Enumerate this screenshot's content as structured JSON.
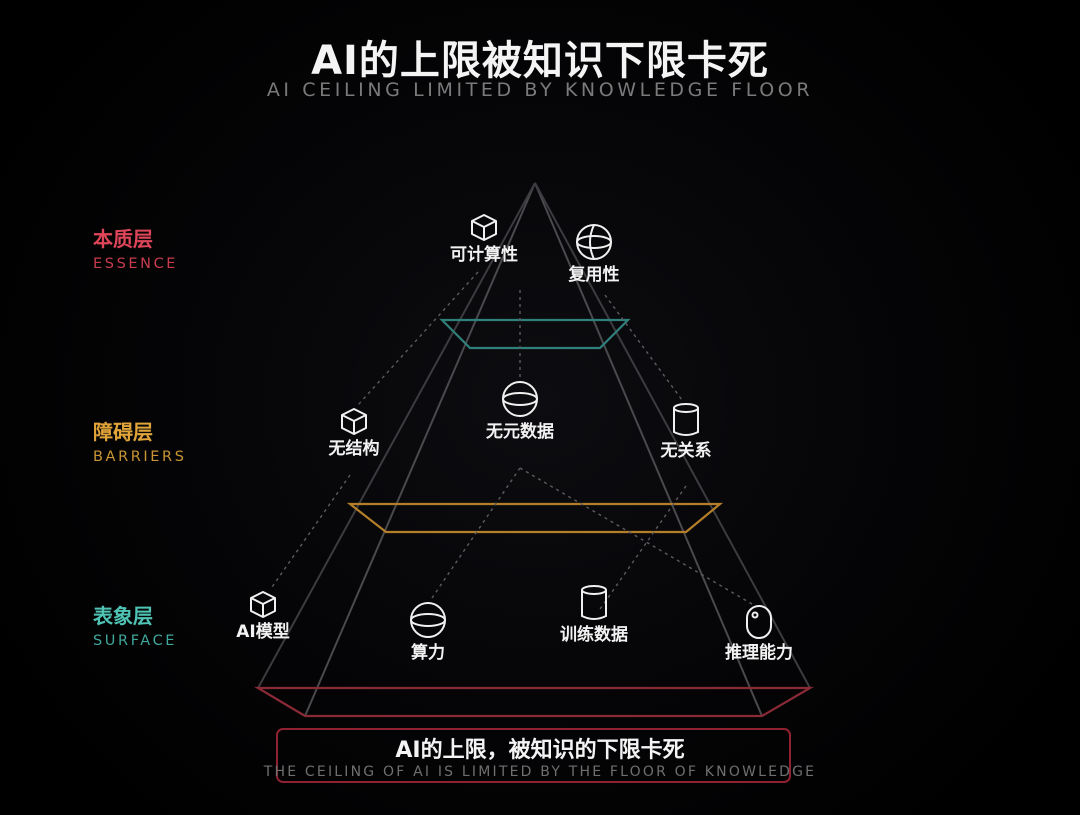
{
  "title": "AI的上限被知识下限卡死",
  "subtitle": "AI CEILING LIMITED BY KNOWLEDGE FLOOR",
  "layers": {
    "essence": {
      "zh": "本质层",
      "en": "ESSENCE",
      "color": "#e0465a"
    },
    "barriers": {
      "zh": "障碍层",
      "en": "BARRIERS",
      "color": "#e0a43a"
    },
    "surface": {
      "zh": "表象层",
      "en": "SURFACE",
      "color": "#4fc4b4"
    }
  },
  "nodes": {
    "computability": {
      "label": "可计算性",
      "icon": "cube-icon"
    },
    "reusability": {
      "label": "复用性",
      "icon": "sphere-icon"
    },
    "unstructured": {
      "label": "无结构",
      "icon": "cube-icon"
    },
    "no_metadata": {
      "label": "无元数据",
      "icon": "sphere-icon"
    },
    "no_relations": {
      "label": "无关系",
      "icon": "cylinder-icon"
    },
    "ai_model": {
      "label": "AI模型",
      "icon": "cube-icon"
    },
    "compute_power": {
      "label": "算力",
      "icon": "sphere-icon"
    },
    "training_data": {
      "label": "训练数据",
      "icon": "cylinder-icon"
    },
    "reasoning": {
      "label": "推理能力",
      "icon": "capsule-icon"
    }
  },
  "footer": {
    "zh": "AI的上限，被知识的下限卡死",
    "en": "THE CEILING OF AI IS LIMITED BY THE FLOOR OF KNOWLEDGE"
  },
  "colors": {
    "essence_ring": "#2f7f7a",
    "barriers_ring": "#b57f2a",
    "surface_ring": "#8a2a36",
    "footer_border": "#8f2130"
  }
}
